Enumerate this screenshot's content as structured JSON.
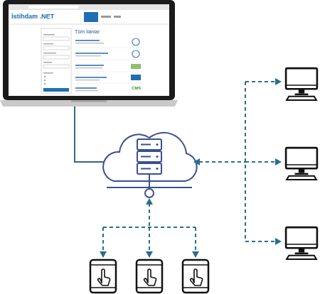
{
  "diagram": {
    "labels": [
      "İstihdam .NET",
      "Tüm İlanlar",
      "CMS"
    ]
  }
}
